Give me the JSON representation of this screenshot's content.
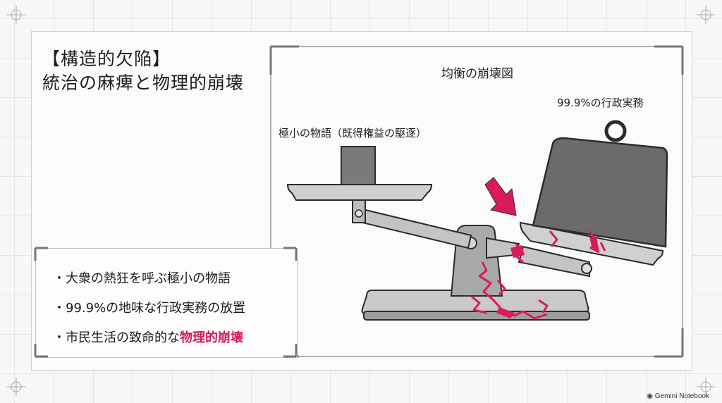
{
  "slide": {
    "title_line_1": "【構造的欠陥】",
    "title_line_2": "統治の麻痺と物理的崩壊"
  },
  "diagram": {
    "title": "均衡の崩壊図",
    "label_weight": "99.9%の行政実務",
    "label_small": "極小の物語（既得権益の駆逐）"
  },
  "bullets": [
    {
      "text": "・大衆の熱狂を呼ぶ極小の物語",
      "highlight": ""
    },
    {
      "text": "・99.9%の地味な行政実務の放置",
      "highlight": ""
    },
    {
      "text": "・市民生活の致命的な",
      "highlight": "物理的崩壊"
    }
  ],
  "footer": {
    "brand": "Gemini Notebook",
    "icon": "notebook-logo-icon"
  },
  "colors": {
    "accent": "#d81b5c",
    "metal_light": "#bdbdbd",
    "metal_dark": "#5f5f5f",
    "weight": "#6b6b6b"
  }
}
